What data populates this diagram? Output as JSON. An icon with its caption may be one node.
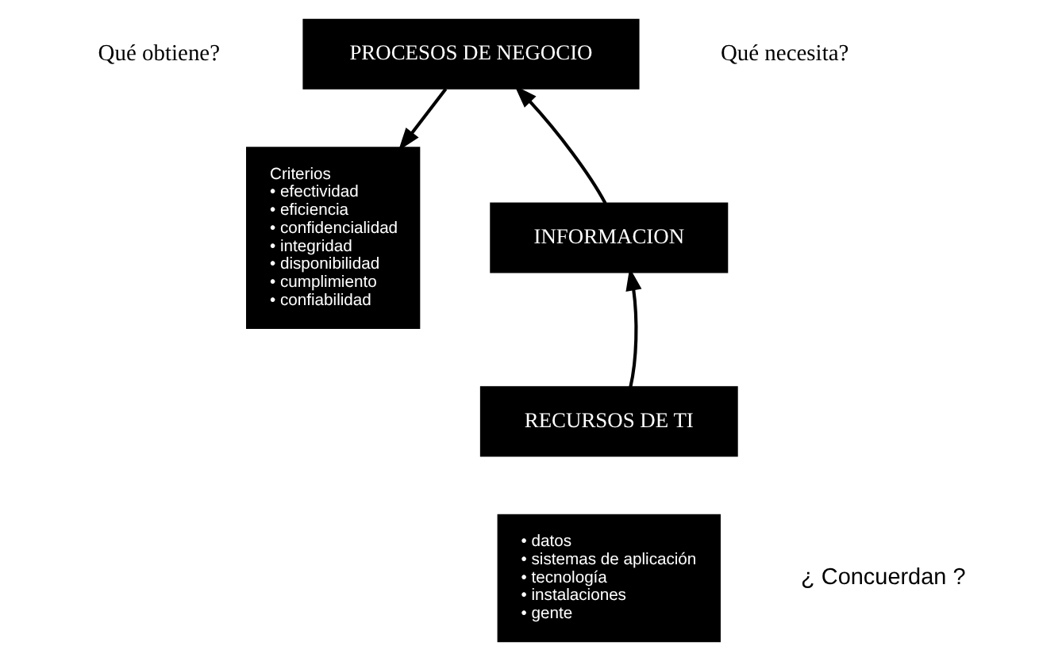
{
  "diagram": {
    "nodes": [
      {
        "text": [
          "PROCESOS DE NEGOCIO"
        ]
      },
      {
        "text": [
          "Criterios",
          "• efectividad",
          "• eficiencia",
          "• confidencialidad",
          "• integridad",
          "• disponibilidad",
          "• cumplimiento",
          "• confiabilidad"
        ]
      },
      {
        "text": [
          "INFORMACION"
        ]
      },
      {
        "text": [
          "RECURSOS DE TI"
        ]
      },
      {
        "text": [
          "• datos",
          "• sistemas de aplicación",
          "• tecnología",
          "• instalaciones",
          "• gente"
        ]
      }
    ],
    "edges": [
      {
        "from": 2,
        "to": 0,
        "arrow": "to"
      },
      {
        "from": 0,
        "to": 1,
        "arrow": "to"
      },
      {
        "from": 3,
        "to": 2,
        "arrow": "to"
      }
    ],
    "labels": [
      "Qué obtiene?",
      "Qué necesita?",
      "¿ Concuerdan ?"
    ]
  }
}
